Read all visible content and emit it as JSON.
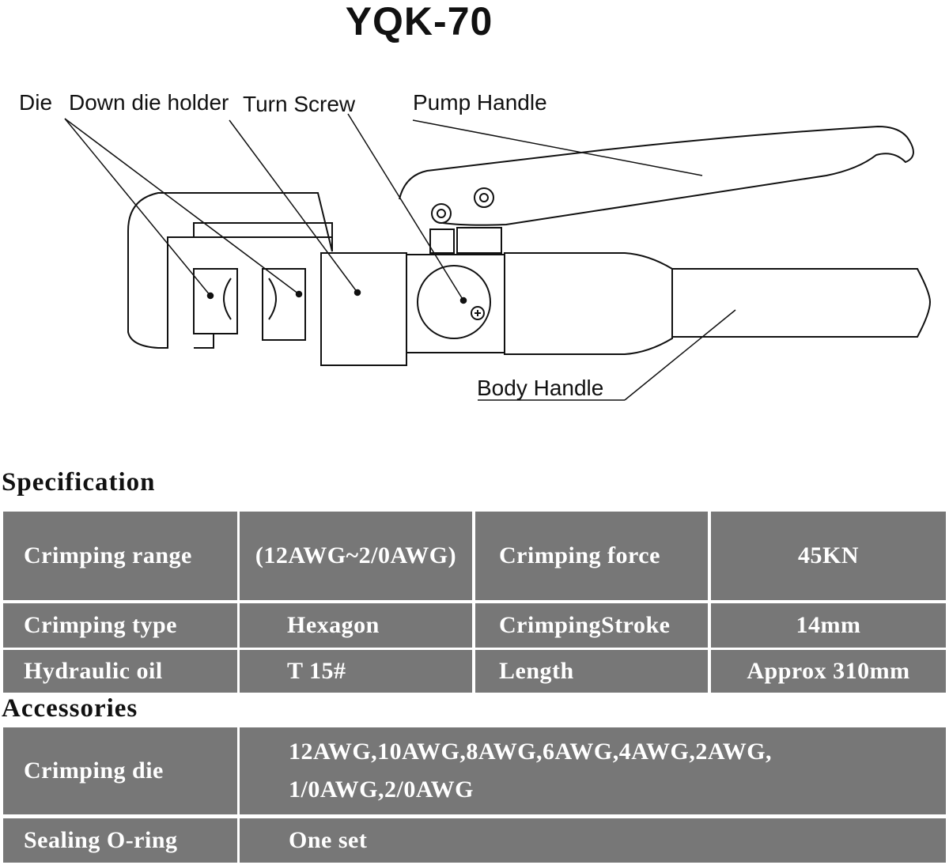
{
  "title": "YQK-70",
  "labels": {
    "die": "Die",
    "down_die_holder": "Down die holder",
    "turn_screw": "Turn Screw",
    "pump_handle": "Pump Handle",
    "body_handle": "Body Handle"
  },
  "specification": {
    "heading": "Specification",
    "rows": [
      [
        "Crimping range",
        "(12AWG~2/0AWG)",
        "Crimping force",
        "45KN"
      ],
      [
        "Crimping type",
        "Hexagon",
        "CrimpingStroke",
        "14mm"
      ],
      [
        "Hydraulic oil",
        "T 15#",
        "Length",
        "Approx 310mm"
      ]
    ]
  },
  "accessories": {
    "heading": "Accessories",
    "rows": [
      {
        "label": "Crimping die",
        "lines": [
          "12AWG,10AWG,8AWG,6AWG,4AWG,2AWG,",
          "1/0AWG,2/0AWG"
        ]
      },
      {
        "label": "Sealing O-ring",
        "lines": [
          "One set"
        ]
      }
    ]
  },
  "colors": {
    "cell_bg": "#777777",
    "cell_text": "#ffffff",
    "line": "#111111"
  }
}
